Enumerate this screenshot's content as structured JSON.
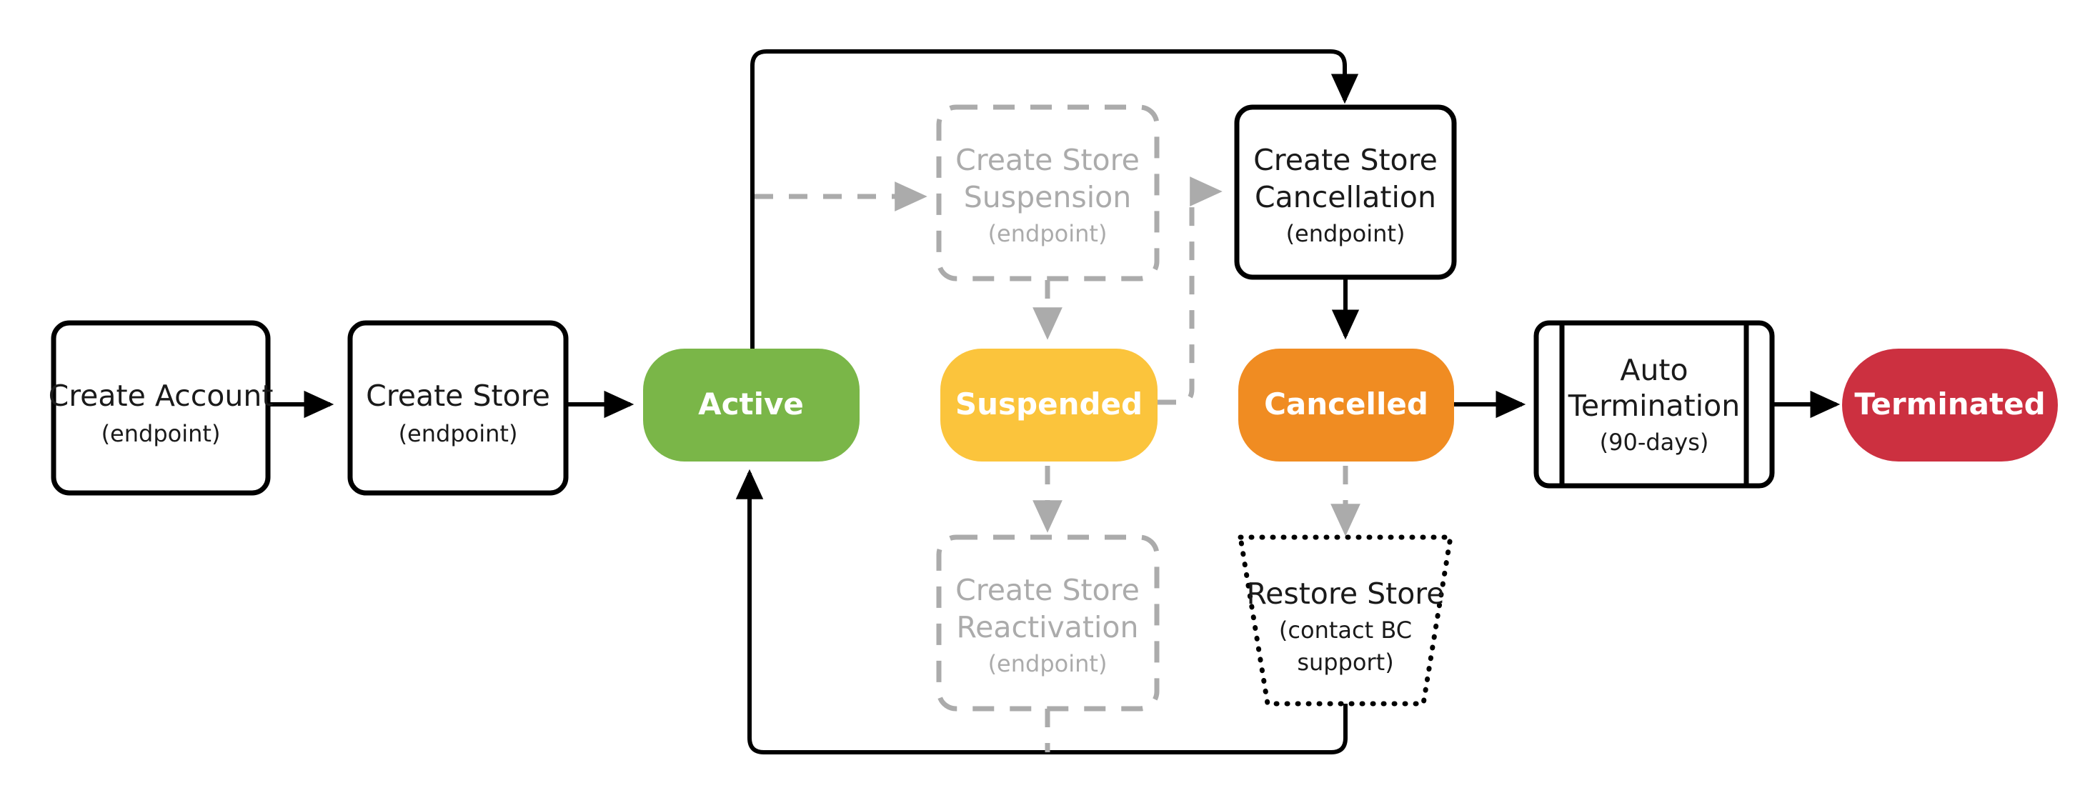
{
  "diagram": {
    "title": "Store lifecycle state diagram",
    "background": "#ffffff",
    "colors": {
      "active": "#7AB648",
      "suspended": "#FBC43C",
      "cancelled": "#F08C22",
      "terminated": "#CC3040",
      "process_stroke": "#000000",
      "ghost_stroke": "#ABABAB",
      "state_text": "#FFFFFF",
      "process_text": "#1A1A1A"
    },
    "nodes": {
      "create_account": {
        "title": "Create Account",
        "subtitle": "(endpoint)",
        "shape": "process",
        "state": "enabled"
      },
      "create_store": {
        "title": "Create Store",
        "subtitle": "(endpoint)",
        "shape": "process",
        "state": "enabled"
      },
      "active": {
        "title": "Active",
        "shape": "state-pill",
        "color": "#7AB648"
      },
      "create_store_suspension": {
        "title_line1": "Create Store",
        "title_line2": "Suspension",
        "subtitle": "(endpoint)",
        "shape": "process-dashed",
        "state": "disabled"
      },
      "suspended": {
        "title": "Suspended",
        "shape": "state-pill",
        "color": "#FBC43C"
      },
      "create_store_cancellation": {
        "title_line1": "Create Store",
        "title_line2": "Cancellation",
        "subtitle": "(endpoint)",
        "shape": "process",
        "state": "enabled"
      },
      "cancelled": {
        "title": "Cancelled",
        "shape": "state-pill",
        "color": "#F08C22"
      },
      "auto_termination": {
        "title_line1": "Auto",
        "title_line2": "Termination",
        "subtitle": "(90-days)",
        "shape": "predefined-process",
        "state": "enabled"
      },
      "terminated": {
        "title": "Terminated",
        "shape": "state-pill-full",
        "color": "#CC3040"
      },
      "create_store_reactivation": {
        "title_line1": "Create Store",
        "title_line2": "Reactivation",
        "subtitle": "(endpoint)",
        "shape": "process-dashed",
        "state": "disabled"
      },
      "restore_store": {
        "title": "Restore Store",
        "subtitle_line1": "(contact BC",
        "subtitle_line2": "support)",
        "shape": "trapezoid-dotted",
        "state": "enabled"
      }
    },
    "edges": [
      {
        "from": "create_account",
        "to": "create_store",
        "style": "solid"
      },
      {
        "from": "create_store",
        "to": "active",
        "style": "solid"
      },
      {
        "from": "active",
        "to": "create_store_suspension",
        "style": "dashed"
      },
      {
        "from": "create_store_suspension",
        "to": "suspended",
        "style": "dashed"
      },
      {
        "from": "active",
        "to": "create_store_cancellation",
        "style": "solid"
      },
      {
        "from": "suspended",
        "to": "create_store_cancellation",
        "style": "dashed"
      },
      {
        "from": "create_store_cancellation",
        "to": "cancelled",
        "style": "solid"
      },
      {
        "from": "suspended",
        "to": "create_store_reactivation",
        "style": "dashed"
      },
      {
        "from": "create_store_reactivation",
        "to": "active",
        "style": "dashed"
      },
      {
        "from": "cancelled",
        "to": "restore_store",
        "style": "dashed"
      },
      {
        "from": "restore_store",
        "to": "active",
        "style": "solid"
      },
      {
        "from": "cancelled",
        "to": "auto_termination",
        "style": "solid"
      },
      {
        "from": "auto_termination",
        "to": "terminated",
        "style": "solid"
      }
    ]
  }
}
